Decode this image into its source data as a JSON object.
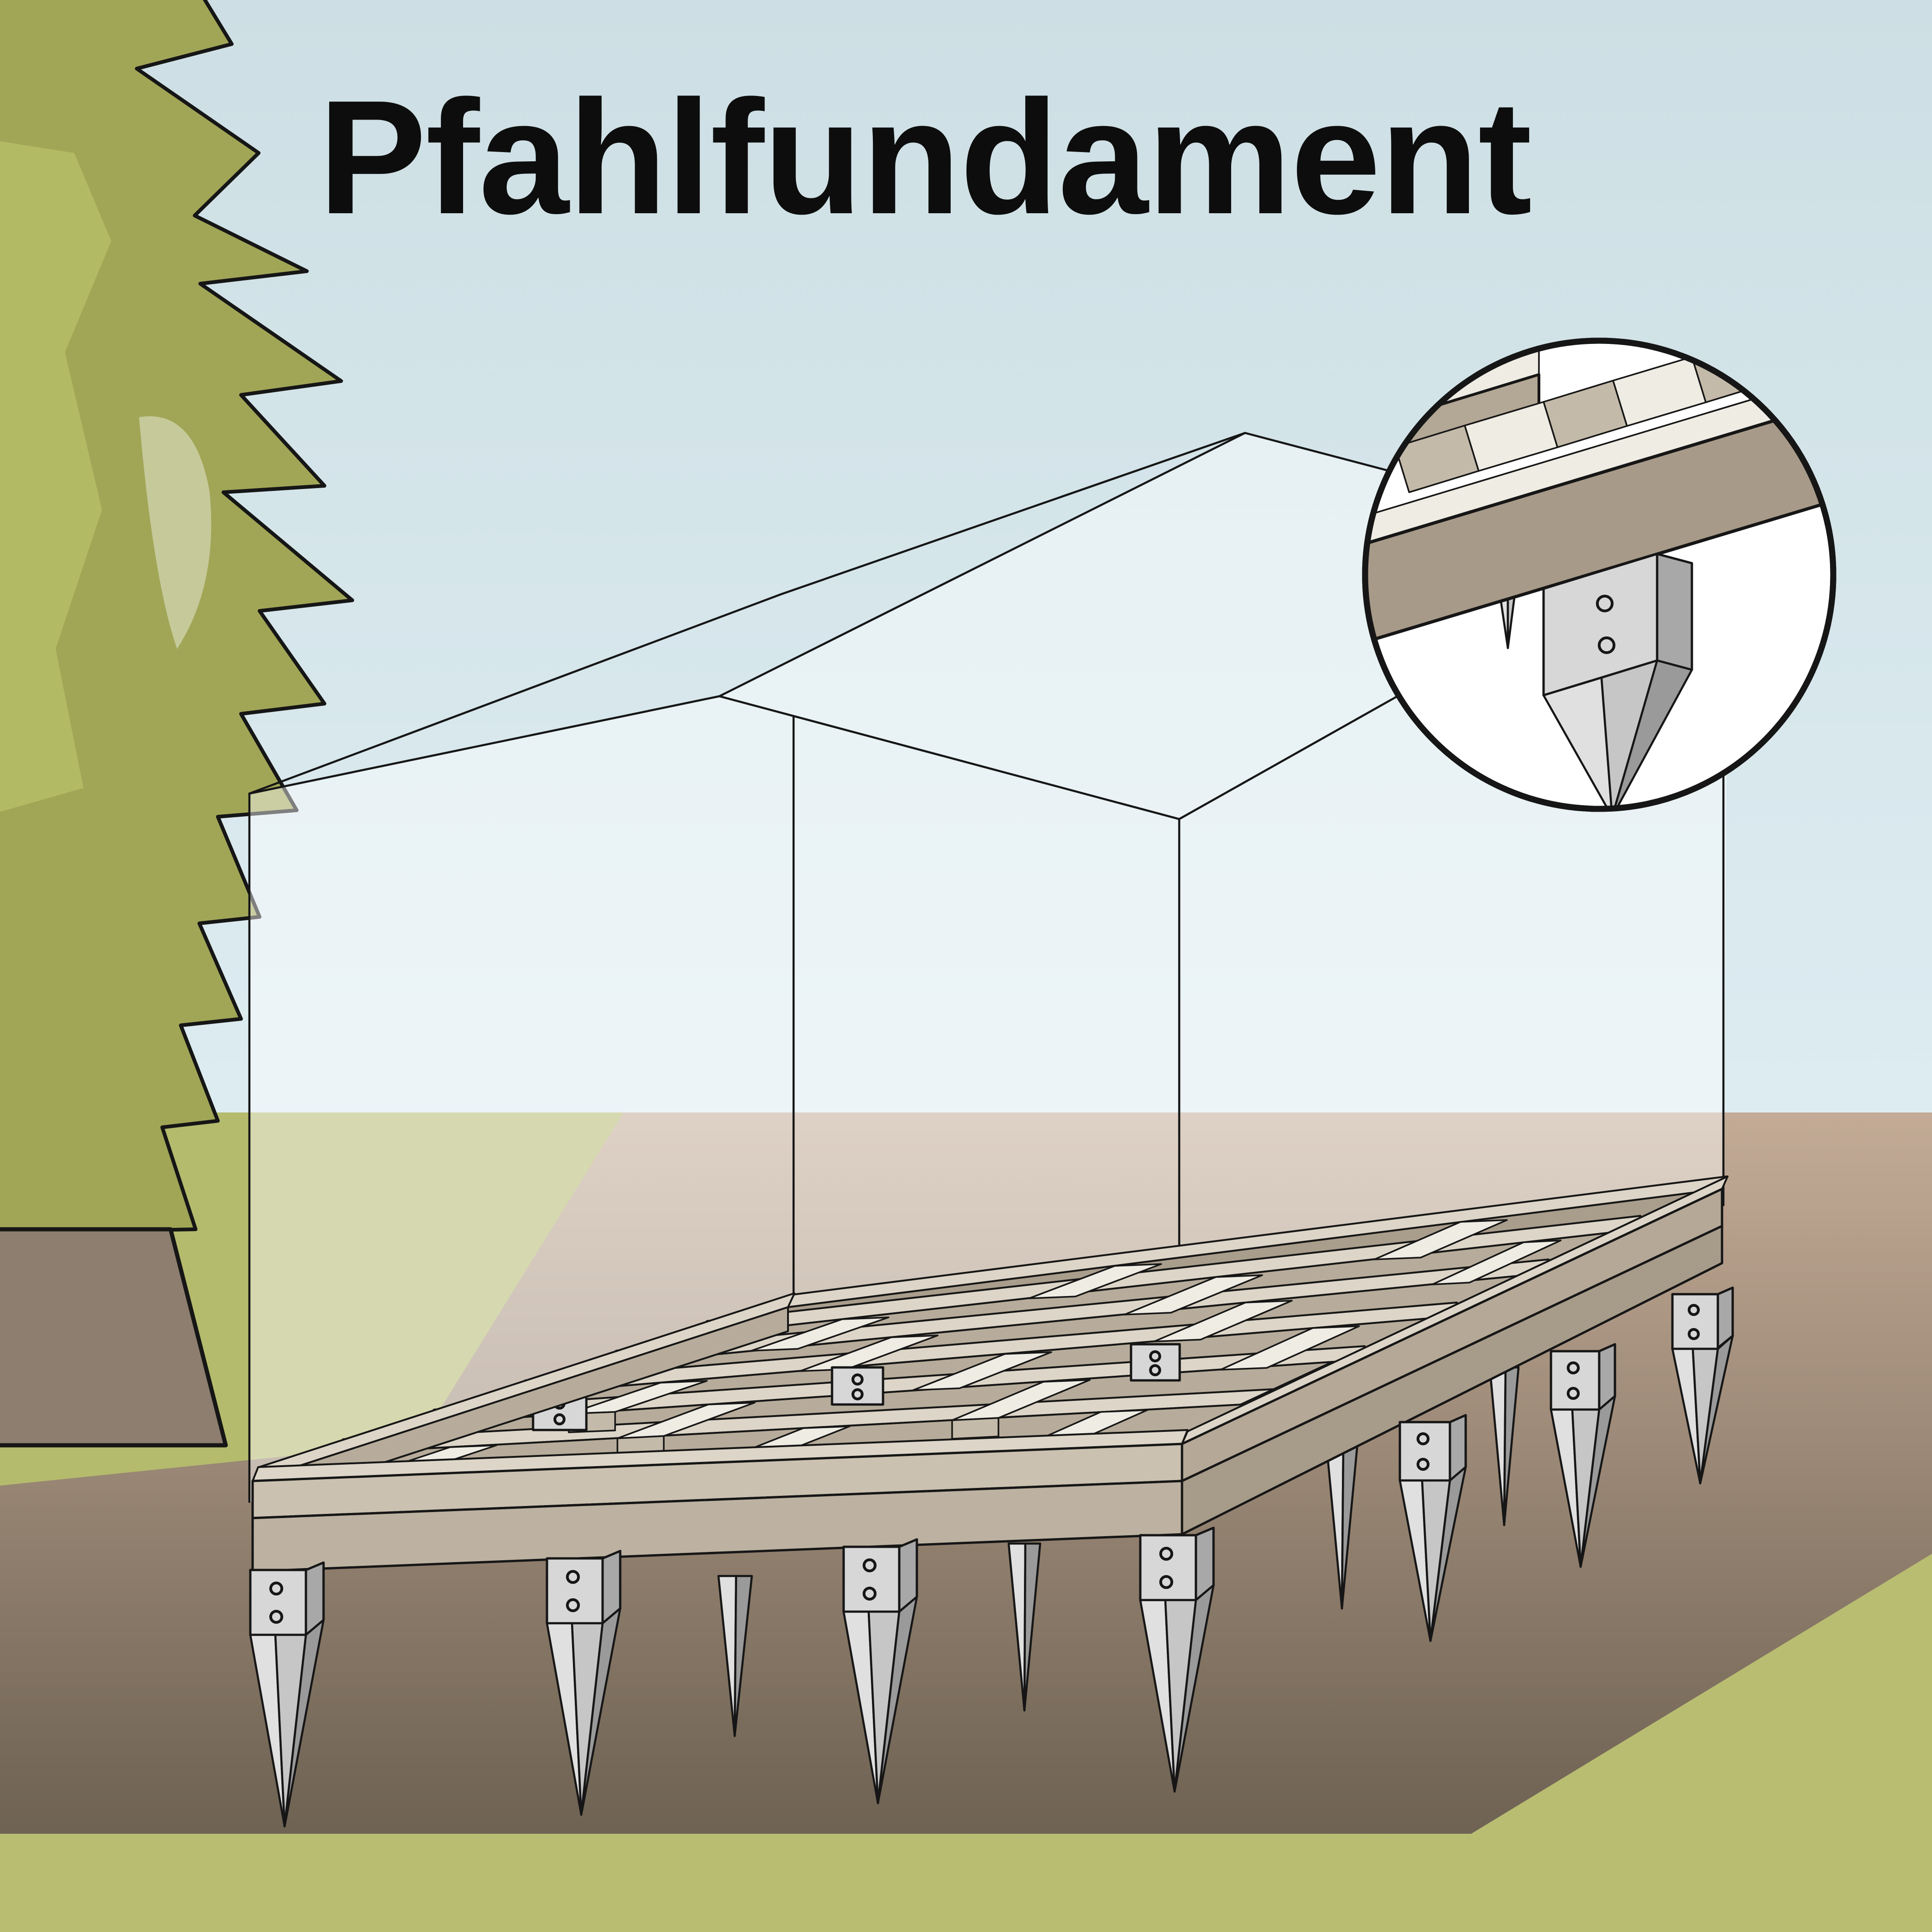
{
  "title": {
    "text": "Pfahlfundament"
  },
  "illustration": {
    "subject": "pile-foundation-diagram",
    "elements": {
      "ghost_house": "transparent house outline above the foundation",
      "foundation": "wooden joist frame floating above ground",
      "anchors": "pointed ground spike anchors with screw sockets",
      "magnifier": "circular detail inset of spike anchor under beam",
      "tree": "stylized conifer at left"
    },
    "counts": {
      "front_anchors": 4,
      "right_side_anchors": 3,
      "inset_anchors": 2
    }
  },
  "colors": {
    "sky_top": "#cddfe4",
    "sky_horizon": "#ddecf1",
    "ground_far": "#c3ab96",
    "ground_mid": "#9b8876",
    "ground_near": "#756858",
    "ground_deep": "#655a4d",
    "grass": "#b4bb6d",
    "grass_bright": "#b9bd72",
    "tree_dark": "#a1a657",
    "tree_light": "#b2bb64",
    "tree_highlight": "#c6c999",
    "trunk": "#8d7e6f",
    "ghost": "#ffffff",
    "outline": "#161616",
    "wood_top": "#ddd6c8",
    "wood_face": "#b7ac9b",
    "wood_face_dark": "#a99d8c",
    "rim_light": "#cbc1b0",
    "rim_dark": "#bdb2a1",
    "rim_light_r": "#b5a897",
    "rim_dark_r": "#a79b8a",
    "block_top": "#efece4",
    "block_face": "#c4baa9",
    "dirt_interior": "#b3a08c",
    "metal_face": "#d7d7d7",
    "metal_side": "#a8a8a8",
    "spike_light": "#e0e0e0",
    "spike_mid": "#c6c6c6",
    "spike_dark": "#9a9a9a",
    "inset_bg": "#ffffff",
    "beam": "#a89a89",
    "beam2": "#b3a795",
    "title_color": "#0d0d0d"
  }
}
